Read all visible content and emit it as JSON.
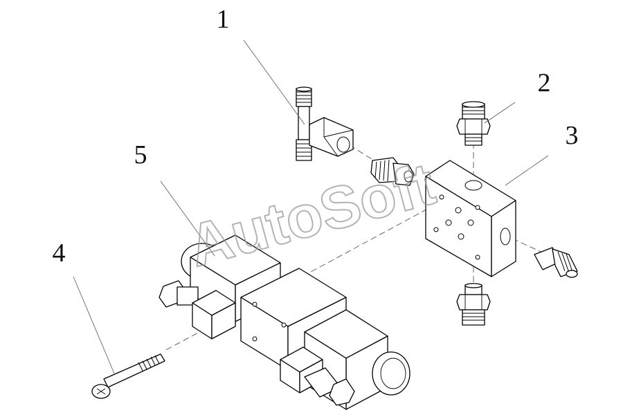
{
  "watermark": "AutoSoft",
  "callouts": [
    {
      "id": "1",
      "label": "1"
    },
    {
      "id": "2",
      "label": "2"
    },
    {
      "id": "3",
      "label": "3"
    },
    {
      "id": "4",
      "label": "4"
    },
    {
      "id": "5",
      "label": "5"
    }
  ],
  "colors": {
    "line": "#000000",
    "leader": "#555555",
    "watermark": "#9a9a9a",
    "background": "#ffffff"
  }
}
